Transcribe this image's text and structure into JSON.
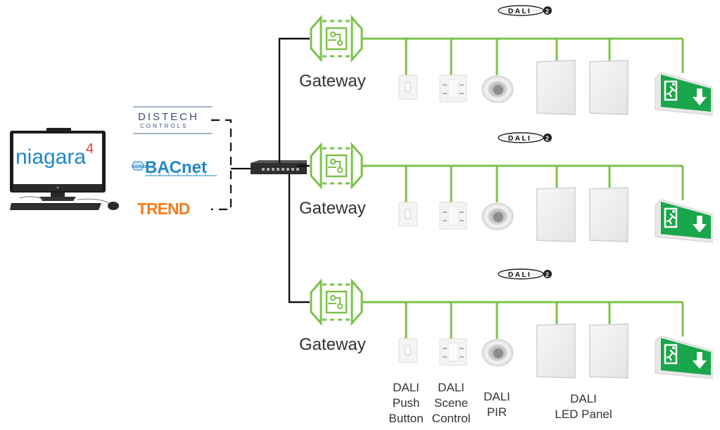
{
  "title": "DALI-2 Gateway Network Topology",
  "supervisor": {
    "name": "niagara",
    "version_mark": "4",
    "icon": "desktop-computer-icon"
  },
  "protocols": [
    {
      "name": "distech",
      "line1": "DISTECH",
      "line2": "CONTROLS",
      "tm": "™",
      "color": "#3b4f7a"
    },
    {
      "name": "bacnet",
      "text": "BACnet",
      "badge": "ASHRAE",
      "color": "#1e88c9"
    },
    {
      "name": "trend",
      "text": "TREND",
      "color": "#f57c1f"
    }
  ],
  "switch": {
    "icon": "network-switch-icon"
  },
  "colors": {
    "bus_line": "#7cc24a",
    "ethernet_line": "#111111",
    "gateway_icon": "#7cc24a",
    "exit_sign": "#1aa64a",
    "label_text": "#333333"
  },
  "gateways": [
    {
      "label": "Gateway",
      "bus_logo": "DALI",
      "bus_logo_version": "2"
    },
    {
      "label": "Gateway",
      "bus_logo": "DALI",
      "bus_logo_version": "2"
    },
    {
      "label": "Gateway",
      "bus_logo": "DALI",
      "bus_logo_version": "2"
    }
  ],
  "devices": [
    {
      "type": "push-button",
      "lines": [
        "DALI",
        "Push",
        "Button"
      ]
    },
    {
      "type": "scene-control",
      "lines": [
        "DALI",
        "Scene",
        "Control"
      ]
    },
    {
      "type": "pir",
      "lines": [
        "DALI",
        "PIR"
      ]
    },
    {
      "type": "led-panel",
      "lines": [
        "DALI",
        "LED Panel"
      ]
    },
    {
      "type": "led-panel",
      "lines": []
    },
    {
      "type": "exit-sign",
      "lines": []
    }
  ]
}
